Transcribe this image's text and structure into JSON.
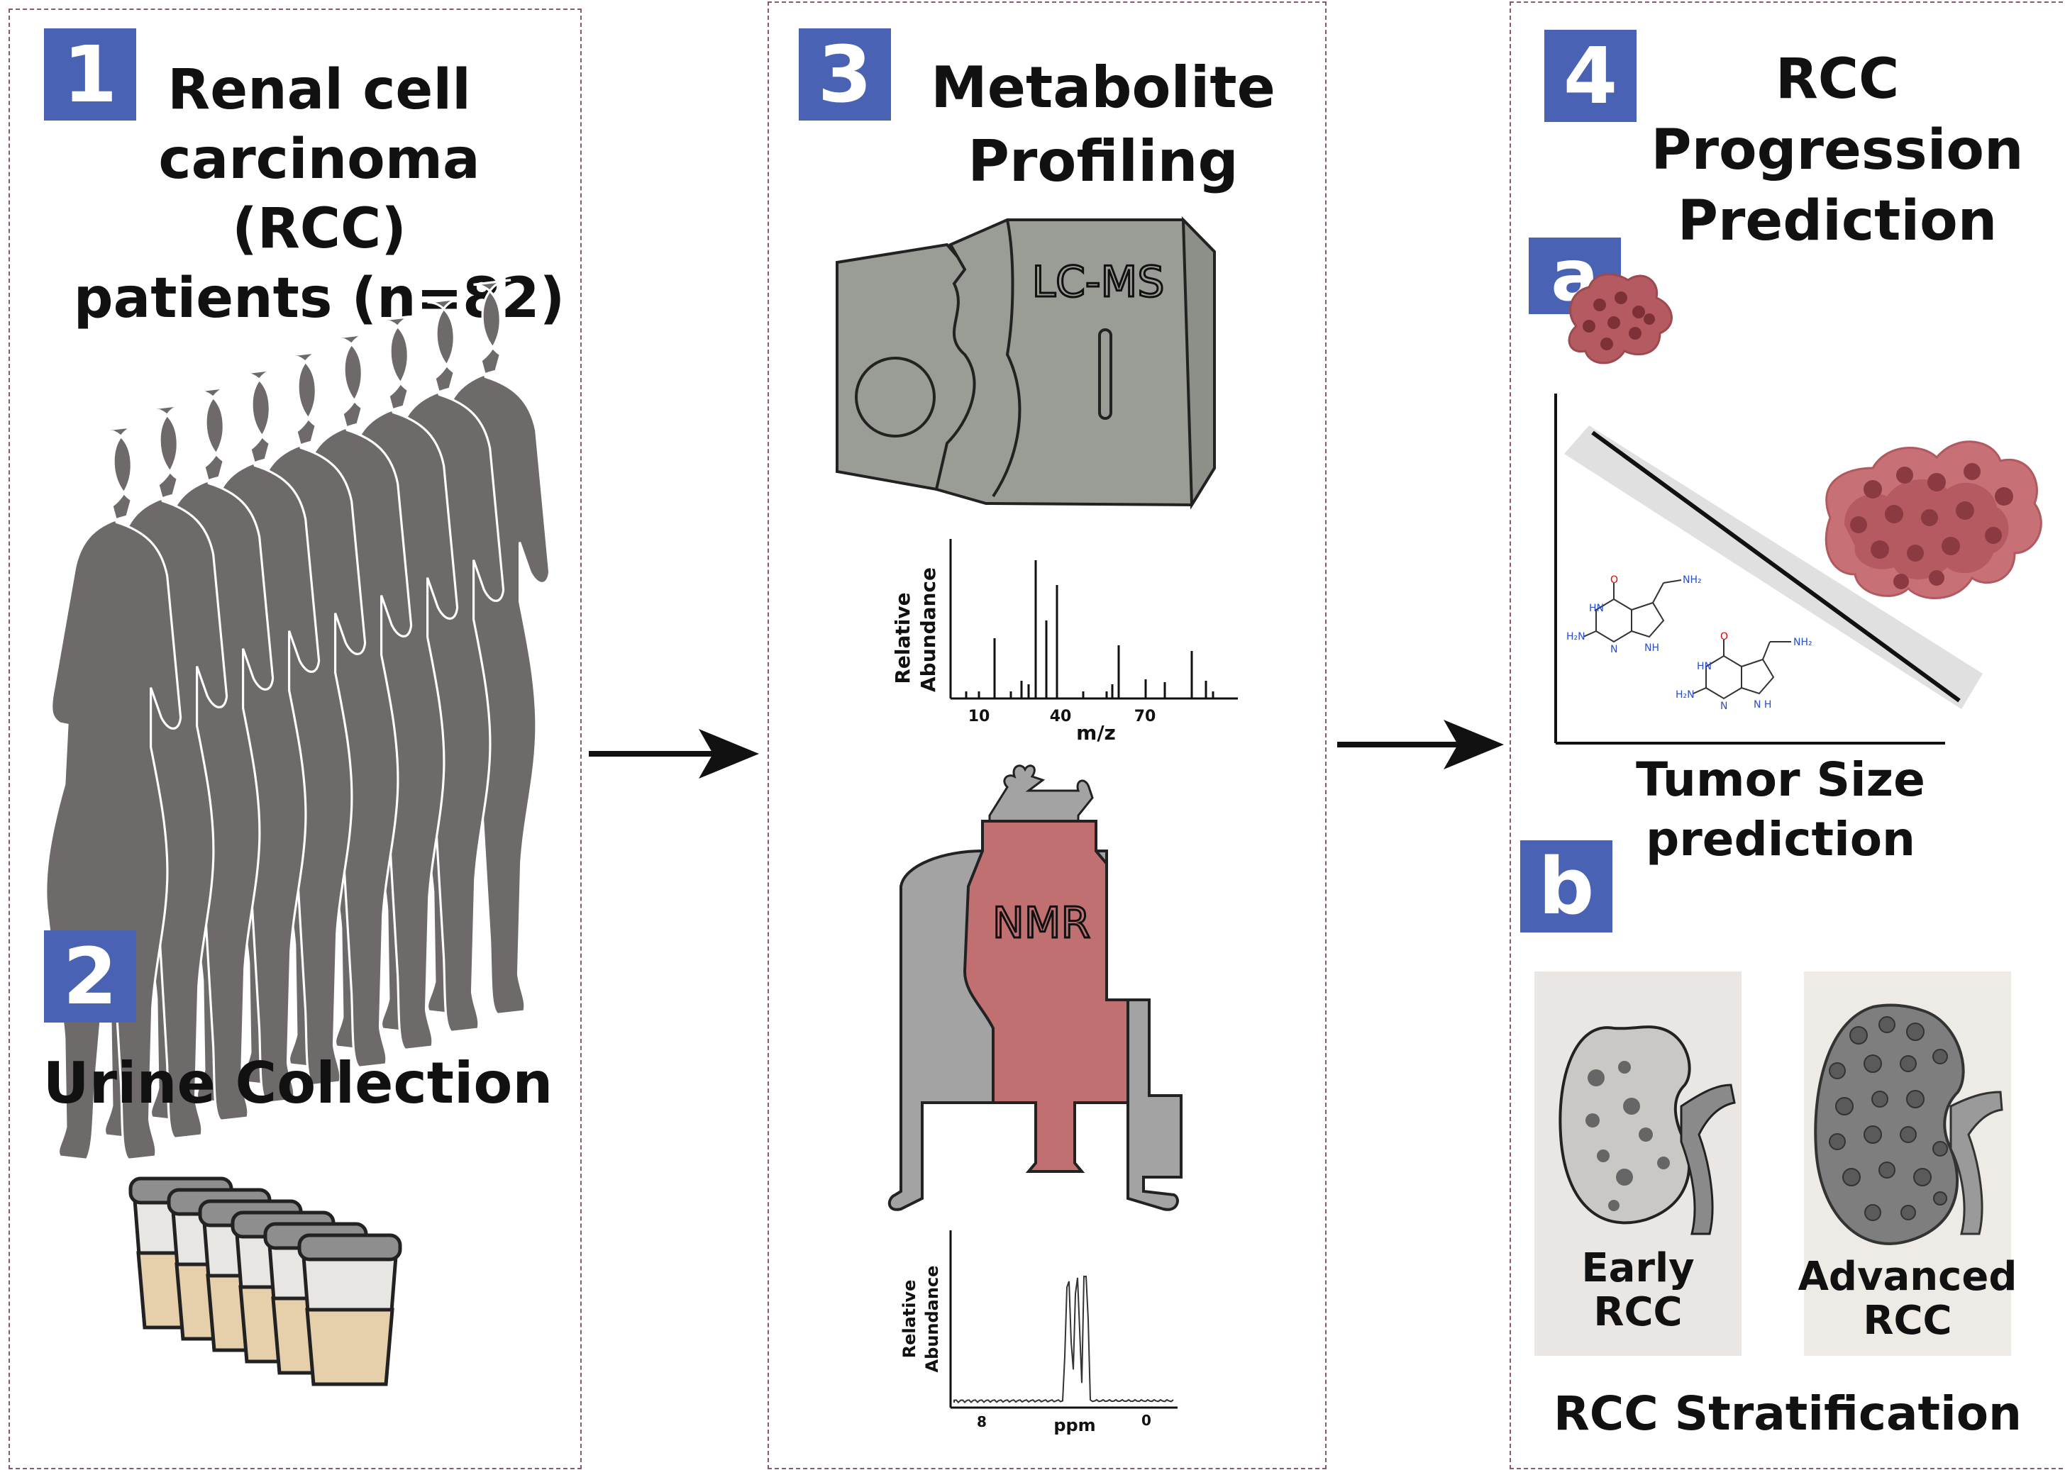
{
  "steps": {
    "s1": {
      "badge": "1",
      "title_lines": [
        "Renal cell",
        "carcinoma (RCC)",
        "patients (n=82)"
      ]
    },
    "s2": {
      "badge": "2",
      "title": "Urine Collection"
    },
    "s3": {
      "badge": "3",
      "title_lines": [
        "Metabolite",
        "Profiling"
      ],
      "lcms_label": "LC-MS",
      "nmr_label": "NMR"
    },
    "s4": {
      "badge": "4",
      "title_lines": [
        "RCC",
        "Progression",
        "Prediction"
      ],
      "a_badge": "a",
      "a_caption_lines": [
        "Tumor Size",
        "prediction"
      ],
      "b_badge": "b",
      "early_lines": [
        "Early",
        "RCC"
      ],
      "advanced_lines": [
        "Advanced",
        "RCC"
      ],
      "b_caption": "RCC Stratification"
    }
  },
  "ms_spectrum": {
    "ylabel_lines": [
      "Relative",
      "Abundance"
    ],
    "xlabel": "m/z",
    "ticks": [
      "10",
      "40",
      "70"
    ]
  },
  "nmr_spectrum": {
    "ylabel_lines": [
      "Relative",
      "Abundance"
    ],
    "xlabel": "ppm",
    "ticks": [
      "8",
      "0"
    ]
  },
  "colors": {
    "badge": "#4a62b3",
    "panel_border": "#8a5a68",
    "silhouette": "#6f6a6a",
    "instrument": "#9a9c96",
    "nmr_core": "#c07070",
    "tumor": "#b55a60",
    "urine": "#e6cfab",
    "kidney": "#c9c8c4"
  }
}
